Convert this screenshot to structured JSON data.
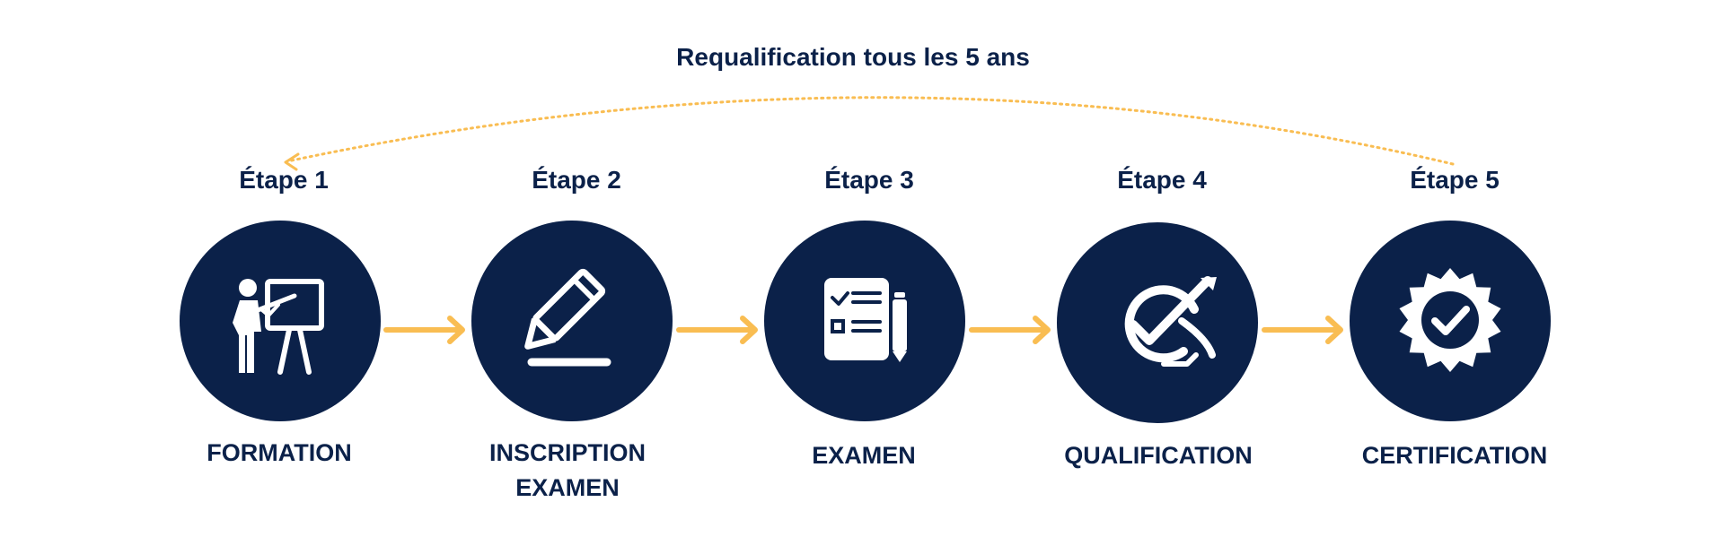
{
  "diagram": {
    "title": "Requalification tous les 5 ans",
    "colors": {
      "navy": "#0b2149",
      "accent": "#f9bd52",
      "icon": "#ffffff",
      "background": "#ffffff"
    },
    "steps": [
      {
        "step": "Étape 1",
        "label_lines": [
          "FORMATION"
        ],
        "icon": "teacher-board-icon"
      },
      {
        "step": "Étape 2",
        "label_lines": [
          "INSCRIPTION",
          "EXAMEN"
        ],
        "icon": "pencil-icon"
      },
      {
        "step": "Étape 3",
        "label_lines": [
          "EXAMEN"
        ],
        "icon": "checklist-icon"
      },
      {
        "step": "Étape 4",
        "label_lines": [
          "QUALIFICATION"
        ],
        "icon": "target-check-icon"
      },
      {
        "step": "Étape 5",
        "label_lines": [
          "CERTIFICATION"
        ],
        "icon": "badge-check-icon"
      }
    ],
    "connectors": [
      {
        "from": "Étape 1",
        "to": "Étape 2"
      },
      {
        "from": "Étape 2",
        "to": "Étape 3"
      },
      {
        "from": "Étape 3",
        "to": "Étape 4"
      },
      {
        "from": "Étape 4",
        "to": "Étape 5"
      }
    ],
    "loop": {
      "from": "Étape 5",
      "to": "Étape 1",
      "style": "dotted"
    }
  }
}
